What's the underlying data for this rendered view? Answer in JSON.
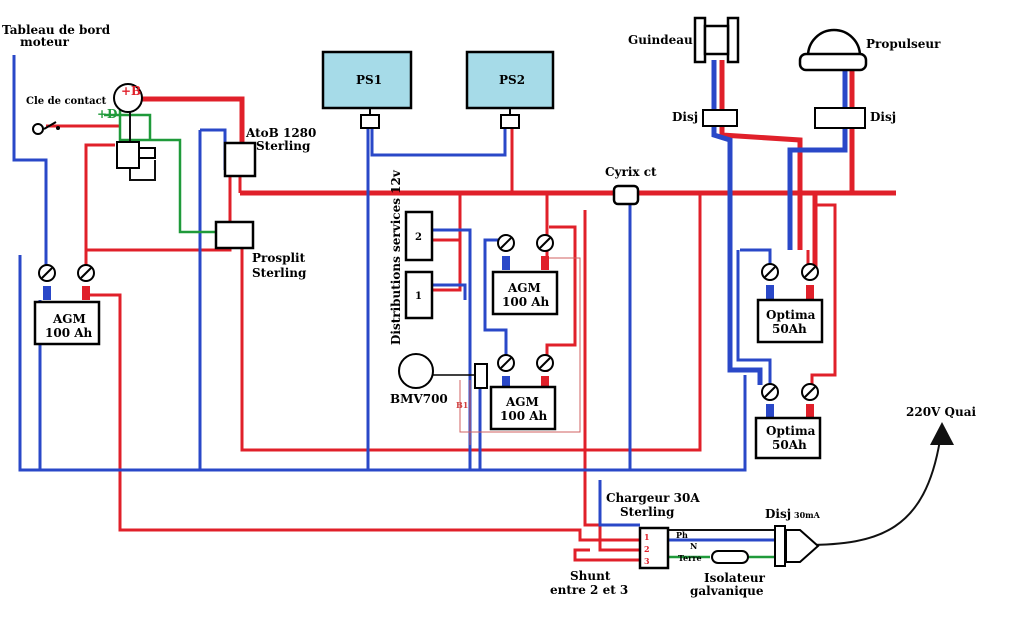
{
  "labels": {
    "tableau_line1": "Tableau de bord",
    "tableau_line2": "moteur",
    "cle_contact": "Cle de contact",
    "alt_plus_b": "+B",
    "alt_plus_d": "+D",
    "atob_line1": "AtoB 1280",
    "atob_line2": "Sterling",
    "prosplit_line1": "Prosplit",
    "prosplit_line2": "Sterling",
    "ps1": "PS1",
    "ps2": "PS2",
    "guindeau": "Guindeau",
    "propulseur": "Propulseur",
    "disj_left": "Disj",
    "disj_right": "Disj",
    "cyrix": "Cyrix ct",
    "distrib": "Distributions  services 12v",
    "distrib_box_2": "2",
    "distrib_box_1": "1",
    "bmv": "BMV700",
    "b1": "B1",
    "agm_left_1": "AGM",
    "agm_left_2": "100 Ah",
    "agm_top_1": "AGM",
    "agm_top_2": "100 Ah",
    "agm_bottom_1": "AGM",
    "agm_bottom_2": "100 Ah",
    "optima_top_1": "Optima",
    "optima_top_2": "50Ah",
    "optima_bottom_1": "Optima",
    "optima_bottom_2": "50Ah",
    "quai": "220V  Quai",
    "chargeur_line1": "Chargeur 30A",
    "chargeur_line2": "Sterling",
    "chargeur_t1": "1",
    "chargeur_t2": "2",
    "chargeur_t3": "3",
    "ph": "Ph",
    "n": "N",
    "terre": "Terre",
    "disj_30ma": "Disj",
    "disj_30ma_rating": "30mA",
    "shunt_line1": "Shunt",
    "shunt_line2": "entre 2 et 3",
    "isolateur_line1": "Isolateur",
    "isolateur_line2": "galvanique"
  },
  "colors": {
    "positive_wire": "#e0202a",
    "negative_wire": "#2a48c8",
    "signal_wire": "#1f9a3a",
    "panel_fill": "#a6dbe8"
  }
}
